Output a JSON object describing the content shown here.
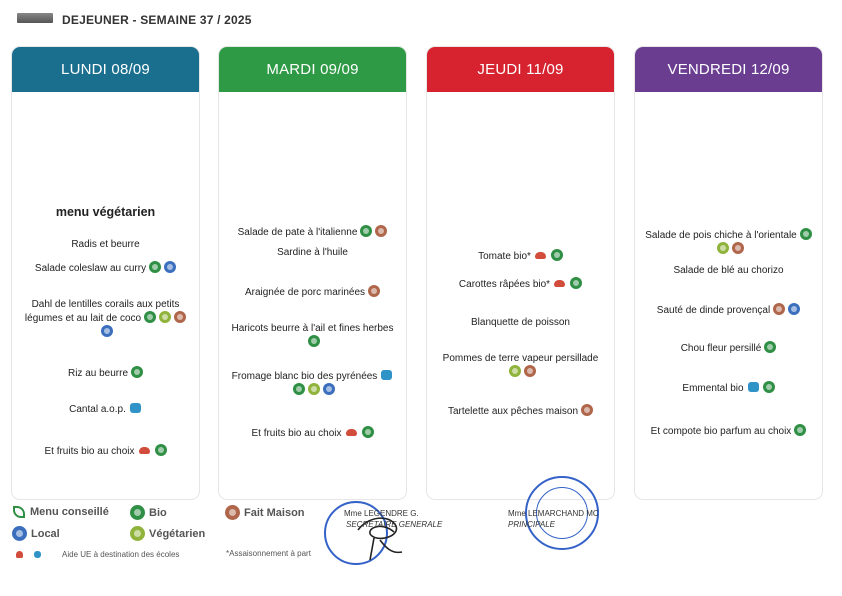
{
  "header": {
    "title": "DEJEUNER - SEMAINE 37 / 2025"
  },
  "days": [
    {
      "label": "LUNDI 08/09",
      "color": "#1a6f8f",
      "items": [
        {
          "text": "menu végétarien",
          "style": "heading",
          "badges": []
        },
        {
          "text": "Radis et beurre",
          "badges": []
        },
        {
          "text": "Salade coleslaw au curry",
          "badges": [
            "bio",
            "local"
          ]
        },
        {
          "text": "Dahl de lentilles corails aux petits légumes et au lait de coco",
          "badges": [
            "bio",
            "vegetarien",
            "fait-maison",
            "local"
          ]
        },
        {
          "text": "Riz au beurre",
          "badges": [
            "bio"
          ]
        },
        {
          "text": "Cantal a.o.p.",
          "badges": [
            "aide-ue-bleu"
          ]
        },
        {
          "text": "Et fruits bio au choix",
          "badges": [
            "aide-ue-rouge",
            "bio"
          ]
        }
      ]
    },
    {
      "label": "MARDI 09/09",
      "color": "#2f9a45",
      "items": [
        {
          "text": "Salade de pate à l'italienne",
          "badges": [
            "bio",
            "fait-maison"
          ]
        },
        {
          "text": "Sardine à l'huile",
          "badges": []
        },
        {
          "text": "Araignée de porc marinées",
          "badges": [
            "fait-maison"
          ]
        },
        {
          "text": "Haricots beurre à l'ail et fines herbes",
          "badges": [
            "bio"
          ]
        },
        {
          "text": "Fromage blanc bio des pyrénées",
          "badges": [
            "aide-ue-bleu",
            "bio",
            "vegetarien",
            "local"
          ]
        },
        {
          "text": "Et fruits bio au choix",
          "badges": [
            "aide-ue-rouge",
            "bio"
          ]
        }
      ]
    },
    {
      "label": "JEUDI 11/09",
      "color": "#d7222f",
      "items": [
        {
          "text": "Tomate bio*",
          "badges": [
            "aide-ue-rouge",
            "bio"
          ]
        },
        {
          "text": "Carottes râpées bio*",
          "badges": [
            "aide-ue-rouge",
            "bio"
          ]
        },
        {
          "text": "Blanquette de poisson",
          "badges": []
        },
        {
          "text": "Pommes de terre vapeur persillade",
          "badges": [
            "vegetarien",
            "fait-maison"
          ]
        },
        {
          "text": "Tartelette aux pêches maison",
          "badges": [
            "fait-maison"
          ]
        }
      ]
    },
    {
      "label": "VENDREDI 12/09",
      "color": "#6a3d91",
      "items": [
        {
          "text": "Salade de pois chiche à l'orientale",
          "badges": [
            "bio",
            "vegetarien",
            "fait-maison"
          ]
        },
        {
          "text": "Salade de blé au chorizo",
          "badges": []
        },
        {
          "text": "Sauté de dinde provençal",
          "badges": [
            "fait-maison",
            "local"
          ]
        },
        {
          "text": "Chou fleur persillé",
          "badges": [
            "bio"
          ]
        },
        {
          "text": "Emmental bio",
          "badges": [
            "aide-ue-bleu",
            "bio"
          ]
        },
        {
          "text": "Et compote bio parfum au choix",
          "badges": [
            "bio"
          ]
        }
      ]
    }
  ],
  "legend": {
    "menu_conseille": "Menu conseillé",
    "bio": "Bio",
    "fait_maison": "Fait Maison",
    "local": "Local",
    "vegetarien": "Végétarien",
    "aide_ue": "Aide UE à destination des écoles",
    "note": "*Assaisonnement à part"
  },
  "signatures": {
    "left_name": "Mme LEGENDRE G.",
    "left_role": "SECRETAIRE GENERALE",
    "right_name": "Mme LEMARCHAND MC",
    "right_role": "PRINCIPALE"
  },
  "colors": {
    "bio": "#2f8f45",
    "vegetarien": "#8fb33b",
    "fait_maison": "#b0664a",
    "local": "#3b6fbe",
    "aide_ue_rouge": "#d24c3c",
    "aide_ue_bleu": "#2f93c8",
    "stamp": "#3462c8"
  }
}
